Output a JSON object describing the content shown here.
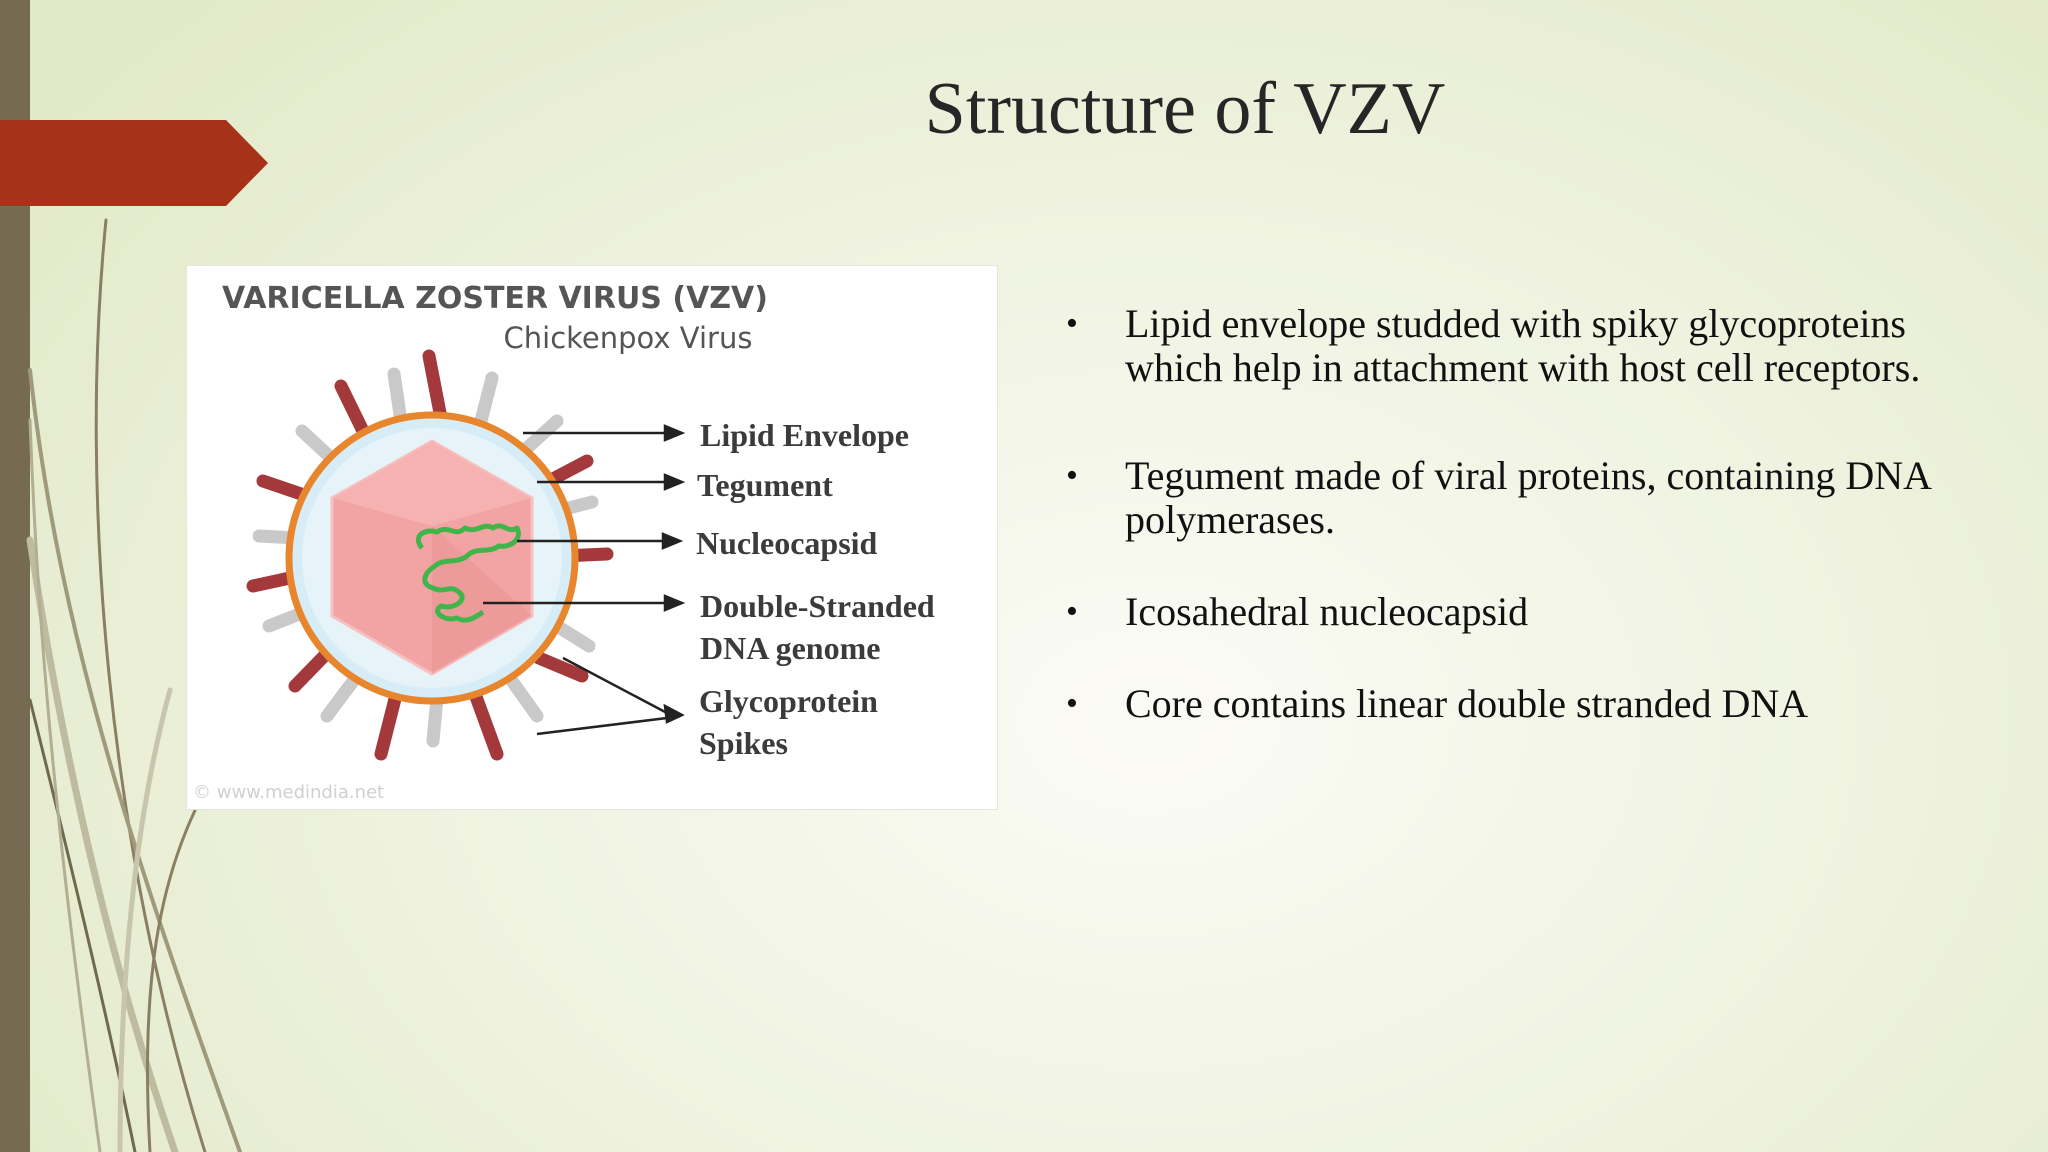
{
  "slide": {
    "title": "Structure of VZV",
    "bullets": [
      "Lipid envelope studded with spiky glycoproteins which help in attachment with host cell receptors.",
      "Tegument made of viral proteins, containing DNA polymerases.",
      "Icosahedral nucleocapsid",
      "Core contains linear double stranded DNA"
    ]
  },
  "figure": {
    "heading": "VARICELLA ZOSTER VIRUS (VZV)",
    "subheading": "Chickenpox Virus",
    "labels": {
      "lipid_envelope": "Lipid Envelope",
      "tegument": "Tegument",
      "nucleocapsid": "Nucleocapsid",
      "dna_line1": "Double-Stranded",
      "dna_line2": "DNA genome",
      "glyco_line1": "Glycoprotein",
      "glyco_line2": "Spikes"
    },
    "credit": "© www.medindia.net"
  },
  "colors": {
    "accent_tab": "#a63219",
    "left_bar": "#766b52",
    "envelope": "#e8862e",
    "capsid": "#f2a3a3",
    "dna": "#3fb54a",
    "spike_dark": "#a4393c",
    "spike_light": "#c9c9c9"
  }
}
